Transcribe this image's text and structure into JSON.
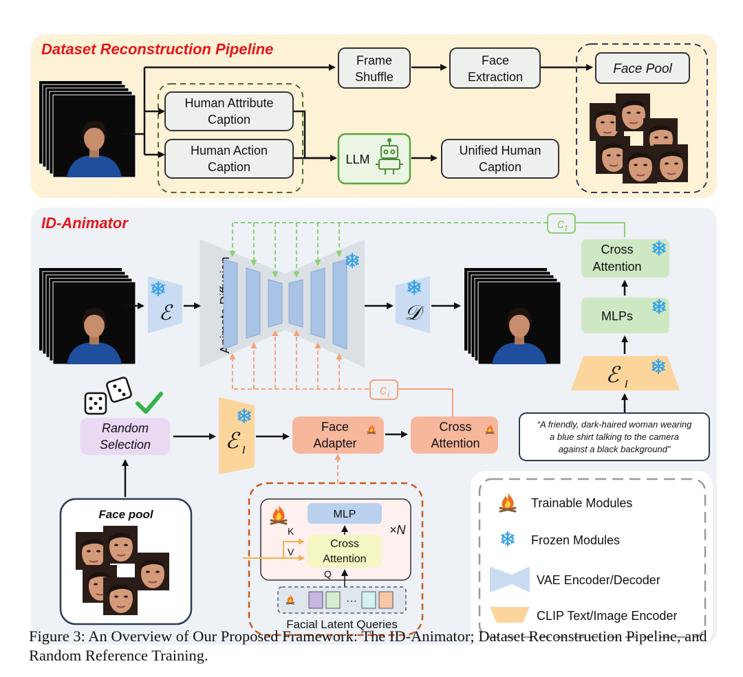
{
  "pipeline": {
    "title": "Dataset Reconstruction Pipeline",
    "frame_shuffle": [
      "Frame",
      "Shuffle"
    ],
    "face_extraction": [
      "Face",
      "Extraction"
    ],
    "face_pool": "Face Pool",
    "human_attribute": [
      "Human Attribute",
      "Caption"
    ],
    "human_action": [
      "Human Action",
      "Caption"
    ],
    "llm": "LLM",
    "unified": [
      "Unified Human",
      "Caption"
    ]
  },
  "animator": {
    "title": "ID-Animator",
    "animate_diffusion": "Animate Diffusion",
    "encoder_symbol": "ℰ",
    "decoder_symbol": "𝒟",
    "clip_symbol": "ℰ",
    "clip_sub": "I",
    "ct_base": "c",
    "ct_sub": "t",
    "ci_base": "c",
    "ci_sub": "i",
    "cross_attention_text": [
      "Cross",
      "Attention"
    ],
    "mlps": "MLPs",
    "caption_quote": [
      "“A friendly, dark-haired woman wearing",
      "a blue shirt talking to the camera",
      "against a black background”"
    ],
    "random_selection": [
      "Random",
      "Selection"
    ],
    "face_adapter": [
      "Face",
      "Adapter"
    ],
    "cross_attention_img": [
      "Cross",
      "Attention"
    ],
    "face_pool": "Face pool",
    "adapter_detail": {
      "mlp": "MLP",
      "cross_attention": [
        "Cross",
        "Attention"
      ],
      "k": "K",
      "v": "V",
      "q": "Q",
      "times_n": "×N",
      "dots": "···",
      "queries_label": "Facial Latent Queries"
    }
  },
  "legend": {
    "items": [
      {
        "label": "Trainable Modules",
        "icon": "fire-icon"
      },
      {
        "label": "Frozen Modules",
        "icon": "snowflake-icon"
      },
      {
        "label": "VAE Encoder/Decoder",
        "icon": "vae-shape"
      },
      {
        "label": "CLIP Text/Image Encoder",
        "icon": "clip-shape"
      }
    ]
  },
  "caption": "Figure 3: An Overview of Our Proposed Framework: The ID-Animator; Dataset Reconstruction Pipeline, and Random Reference Training.",
  "colors": {
    "pipeline_bg": "#fdf1d6",
    "animator_bg": "#eef1f5",
    "title_red": "#e3171a",
    "gray_box": "#eef0ee",
    "green_box": "#cfe8c4",
    "orange_box": "#f6b79d",
    "purple_box": "#ead9f3",
    "vae_blue": "#c9dcf2",
    "unet_blue": "#a9c3e6",
    "clip_orange": "#fbd59b",
    "green_arrow": "#8ccf72",
    "orange_arrow": "#f2a27a",
    "navy": "#2d3b55"
  }
}
